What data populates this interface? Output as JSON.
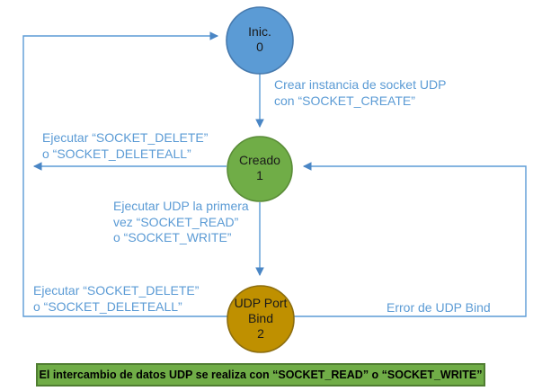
{
  "diagram": {
    "title": "UDP socket state diagram",
    "colors": {
      "line_blue": "#5B9BD5",
      "label_blue": "#5B9BD5",
      "state_inic_fill": "#5B9BD5",
      "state_inic_stroke": "#4679AD",
      "state_creado_fill": "#70AD47",
      "state_creado_stroke": "#5A8C38",
      "state_bind_fill": "#BF9000",
      "state_bind_stroke": "#8C6D0F",
      "banner_fill": "#70AD47",
      "banner_border": "#507E32"
    },
    "states": [
      {
        "id": "inic",
        "label": "Inic.",
        "number": "0"
      },
      {
        "id": "creado",
        "label": "Creado",
        "number": "1"
      },
      {
        "id": "bind",
        "label": "UDP Port Bind",
        "number": "2"
      }
    ],
    "transitions": {
      "create_label": "Crear instancia de socket UDP\ncon “SOCKET_CREATE”",
      "delete_from_creado_label": "Ejecutar “SOCKET_DELETE”\no “SOCKET_DELETEALL”",
      "first_use_label": "Ejecutar UDP la primera\nvez “SOCKET_READ”\no “SOCKET_WRITE”",
      "delete_from_bind_label": "Ejecutar “SOCKET_DELETE”\no “SOCKET_DELETEALL”",
      "bind_error_label": "Error de UDP Bind"
    },
    "banner_text": "El intercambio de datos UDP se realiza con “SOCKET_READ” o “SOCKET_WRITE”"
  }
}
